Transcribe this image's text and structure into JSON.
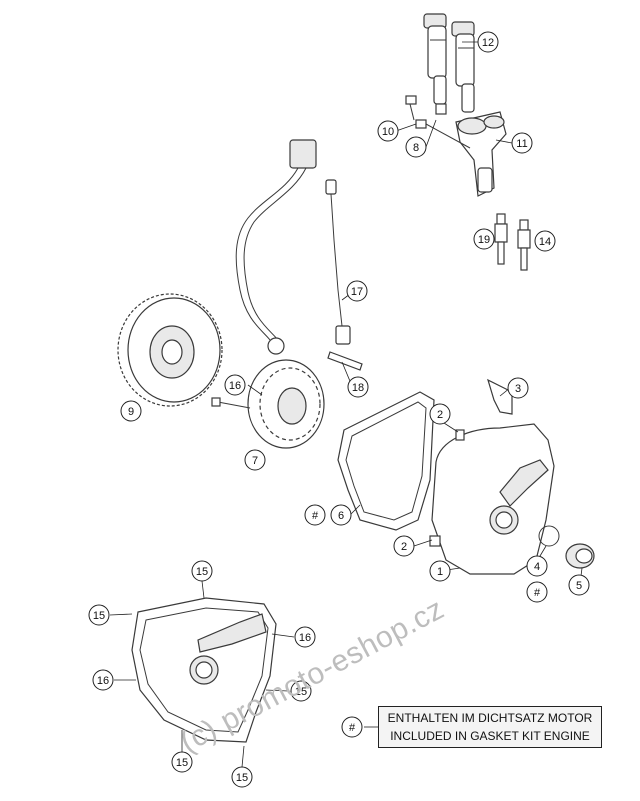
{
  "diagram": {
    "callouts": [
      {
        "id": "c12",
        "label": "12"
      },
      {
        "id": "c10",
        "label": "10"
      },
      {
        "id": "c8",
        "label": "8"
      },
      {
        "id": "c11",
        "label": "11"
      },
      {
        "id": "c19",
        "label": "19"
      },
      {
        "id": "c14",
        "label": "14"
      },
      {
        "id": "c17",
        "label": "17"
      },
      {
        "id": "c16a",
        "label": "16"
      },
      {
        "id": "c18",
        "label": "18"
      },
      {
        "id": "c9",
        "label": "9"
      },
      {
        "id": "c7",
        "label": "7"
      },
      {
        "id": "c3",
        "label": "3"
      },
      {
        "id": "c2a",
        "label": "2"
      },
      {
        "id": "c6",
        "label": "6"
      },
      {
        "id": "c6hash",
        "label": "#"
      },
      {
        "id": "c2b",
        "label": "2"
      },
      {
        "id": "c1",
        "label": "1"
      },
      {
        "id": "c4",
        "label": "4"
      },
      {
        "id": "c4hash",
        "label": "#"
      },
      {
        "id": "c5",
        "label": "5"
      },
      {
        "id": "c15a",
        "label": "15"
      },
      {
        "id": "c15b",
        "label": "15"
      },
      {
        "id": "c16b",
        "label": "16"
      },
      {
        "id": "c16c",
        "label": "16"
      },
      {
        "id": "c15c",
        "label": "15"
      },
      {
        "id": "c15d",
        "label": "15"
      },
      {
        "id": "c15e",
        "label": "15"
      },
      {
        "id": "legendhash",
        "label": "#"
      }
    ],
    "legend": {
      "line1": "ENTHALTEN IM DICHTSATZ MOTOR",
      "line2": "INCLUDED IN GASKET KIT ENGINE"
    },
    "watermark": "(c) promoto-eshop.cz"
  }
}
